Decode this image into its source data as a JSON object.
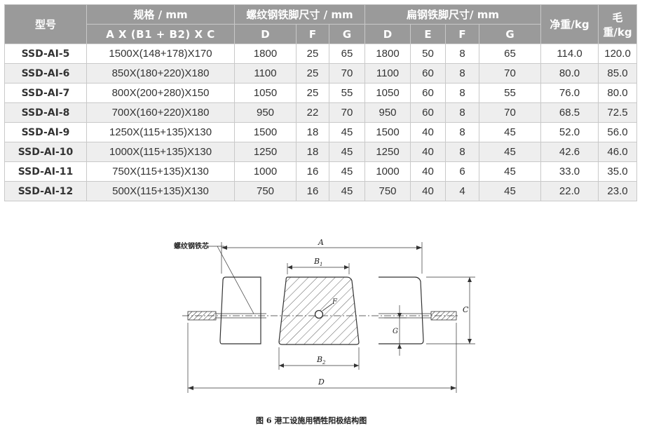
{
  "table": {
    "header": {
      "model": "型号",
      "spec": "规格 / mm",
      "spec_formula": "A X (B1    + B2) X C",
      "rebar_group": "螺纹钢铁脚尺寸 / mm",
      "flat_group": "扁钢铁脚尺寸/ mm",
      "net_weight": "净重/kg",
      "gross_weight": "毛重/kg",
      "rebar_cols": [
        "D",
        "F",
        "G"
      ],
      "flat_cols": [
        "D",
        "E",
        "F",
        "G"
      ]
    },
    "rows": [
      [
        "SSD-AI-5",
        "1500X(148+178)X170",
        "1800",
        "25",
        "65",
        "1800",
        "50",
        "8",
        "65",
        "114.0",
        "120.0"
      ],
      [
        "SSD-AI-6",
        "850X(180+220)X180",
        "1100",
        "25",
        "70",
        "1100",
        "60",
        "8",
        "70",
        "80.0",
        "85.0"
      ],
      [
        "SSD-AI-7",
        "800X(200+280)X150",
        "1050",
        "25",
        "55",
        "1050",
        "60",
        "8",
        "55",
        "76.0",
        "80.0"
      ],
      [
        "SSD-AI-8",
        "700X(160+220)X180",
        "950",
        "22",
        "70",
        "950",
        "60",
        "8",
        "70",
        "68.5",
        "72.5"
      ],
      [
        "SSD-AI-9",
        "1250X(115+135)X130",
        "1500",
        "18",
        "45",
        "1500",
        "40",
        "8",
        "45",
        "52.0",
        "56.0"
      ],
      [
        "SSD-AI-10",
        "1000X(115+135)X130",
        "1250",
        "18",
        "45",
        "1250",
        "40",
        "8",
        "45",
        "42.6",
        "46.0"
      ],
      [
        "SSD-AI-11",
        "750X(115+135)X130",
        "1000",
        "16",
        "45",
        "1000",
        "40",
        "6",
        "45",
        "33.0",
        "35.0"
      ],
      [
        "SSD-AI-12",
        "500X(115+135)X130",
        "750",
        "16",
        "45",
        "750",
        "40",
        "4",
        "45",
        "22.0",
        "23.0"
      ]
    ]
  },
  "diagram": {
    "callout": "螺纹钢铁芯",
    "dim_A": "A",
    "dim_B1": "B",
    "dim_B1_sub": "1",
    "dim_B2": "B",
    "dim_B2_sub": "2",
    "dim_C": "C",
    "dim_D": "D",
    "dim_F": "F",
    "dim_G": "G",
    "caption": "图 6   港工设施用牺牲阳极结构图"
  }
}
